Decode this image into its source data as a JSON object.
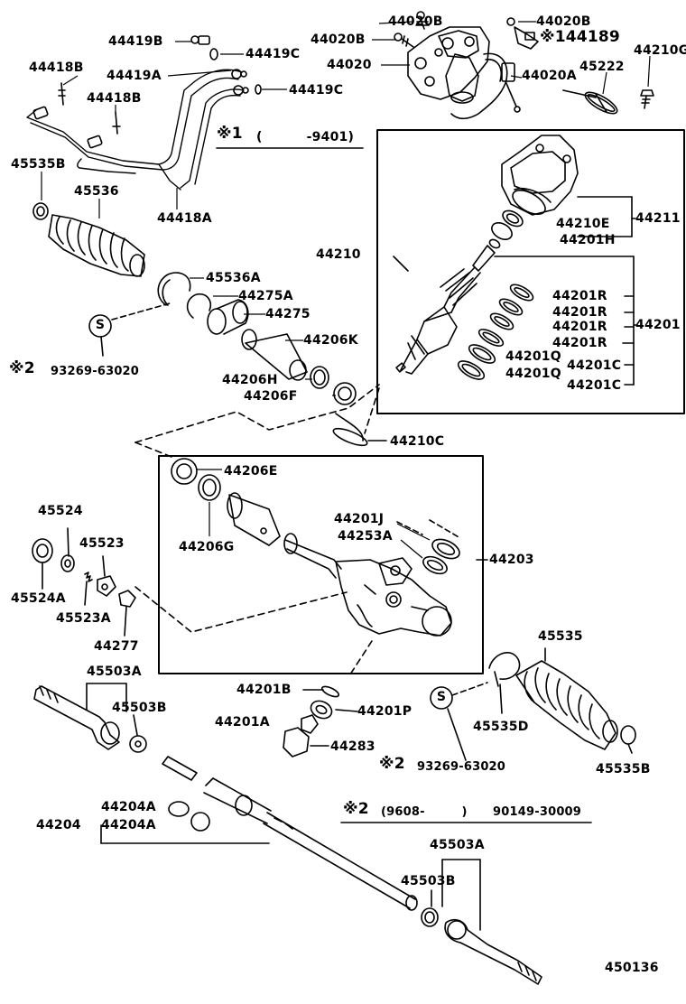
{
  "diagram": {
    "footer_code": "450136",
    "notes": {
      "note1": {
        "mark": "※1",
        "text": "( -9401)"
      },
      "note2a": {
        "mark": "※2",
        "part": "93269-63020"
      },
      "note2b": {
        "mark": "※2",
        "part": "93269-63020"
      },
      "note2c": {
        "mark": "※2",
        "range": "(9608- )",
        "part": "90149-30009"
      },
      "note_144189": "※144189"
    },
    "s_mark": "S",
    "labels": {
      "p44020B_1": "44020B",
      "p44020B_2": "44020B",
      "p44020B_3": "44020B",
      "p44020": "44020",
      "p44020A": "44020A",
      "p45222": "45222",
      "p44210G": "44210G",
      "p44419B": "44419B",
      "p44419C_1": "44419C",
      "p44419C_2": "44419C",
      "p44419A": "44419A",
      "p44418B_1": "44418B",
      "p44418B_2": "44418B",
      "p45535B_1": "45535B",
      "p45536": "45536",
      "p44418A": "44418A",
      "p44210": "44210",
      "p44210E": "44210E",
      "p44211": "44211",
      "p44201H": "44201H",
      "p45536A": "45536A",
      "p44275A": "44275A",
      "p44275": "44275",
      "p44206K": "44206K",
      "p44206H": "44206H",
      "p44206F": "44206F",
      "p44201R_1": "44201R",
      "p44201R_2": "44201R",
      "p44201R_3": "44201R",
      "p44201R_4": "44201R",
      "p44201": "44201",
      "p44201Q_1": "44201Q",
      "p44201Q_2": "44201Q",
      "p44201C_1": "44201C",
      "p44201C_2": "44201C",
      "p44210C": "44210C",
      "p44206E": "44206E",
      "p44206G": "44206G",
      "p44201J": "44201J",
      "p44253A": "44253A",
      "p44203": "44203",
      "p45524": "45524",
      "p45523": "45523",
      "p45524A": "45524A",
      "p45523A": "45523A",
      "p44277": "44277",
      "p45503A_1": "45503A",
      "p45503B_1": "45503B",
      "p45535": "45535",
      "p45535D": "45535D",
      "p45535B_2": "45535B",
      "p44201B": "44201B",
      "p44201P": "44201P",
      "p44201A": "44201A",
      "p44283": "44283",
      "p44204A_1": "44204A",
      "p44204A_2": "44204A",
      "p44204": "44204",
      "p45503A_2": "45503A",
      "p45503B_2": "45503B"
    }
  }
}
